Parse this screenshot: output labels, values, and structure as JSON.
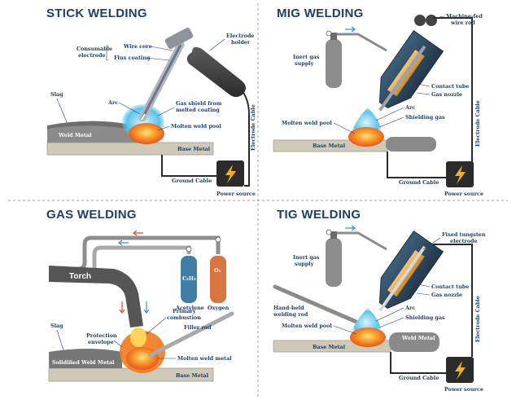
{
  "panels": {
    "stick": {
      "title": "STICK WELDING",
      "labels": {
        "consumable_electrode": [
          "Consumable",
          "electrode"
        ],
        "wire_core": "Wire core",
        "flux_coating": "Flux coating",
        "electrode_holder": [
          "Electrode",
          "holder"
        ],
        "slag": "Slag",
        "arc": "Arc",
        "gas_shield": [
          "Gas shield from",
          "melted coating"
        ],
        "weld_metal": "Weld Metal",
        "molten_weld_pool": "Molten weld pool",
        "base_metal": "Base Metal",
        "electrode_cable": "Electrode Cable",
        "ground_cable": "Ground Cable",
        "power_source": "Power source"
      }
    },
    "mig": {
      "title": "MIG WELDING",
      "labels": {
        "machine_fed_wire": [
          "Machine-fed",
          "wire rod"
        ],
        "inert_gas_supply": [
          "Inert gas",
          "supply"
        ],
        "contact_tube": "Contact tube",
        "gas_nozzle": "Gas nozzle",
        "arc": "Arc",
        "shielding_gas": "Shielding gas",
        "molten_weld_pool": "Molten weld pool",
        "base_metal": "Base Metal",
        "electrode_cable": "Electrode Cable",
        "ground_cable": "Ground Cable",
        "power_source": "Power source"
      }
    },
    "gas": {
      "title": "GAS WELDING",
      "labels": {
        "torch": "Torch",
        "acetylene_formula": "C₂H₂",
        "oxygen_formula": "O₂",
        "acetylene": "Acetylene",
        "oxygen": "Oxygen",
        "primary_combustion": [
          "Primary",
          "combustion"
        ],
        "filler_rod": "Filler rod",
        "slag": "Slag",
        "protection_envelope": [
          "Protection",
          "envelope"
        ],
        "solidified_weld_metal": "Solidified Weld Metal",
        "molten_weld_metal": "Molten weld metal",
        "base_metal": "Base Metal"
      }
    },
    "tig": {
      "title": "TIG WELDING",
      "labels": {
        "fixed_tungsten": [
          "Fixed tungsten",
          "electrode"
        ],
        "inert_gas_supply": [
          "Inert gas",
          "supply"
        ],
        "contact_tube": "Contact tube",
        "gas_nozzle": "Gas nozzle",
        "hand_held_rod": [
          "Hand-held",
          "welding rod"
        ],
        "arc": "Arc",
        "shielding_gas": "Shielding gas",
        "molten_weld_pool": "Molten weld pool",
        "weld_metal": "Weld Metal",
        "base_metal": "Base Metal",
        "electrode_cable": "Electrode Cable",
        "ground_cable": "Ground Cable",
        "power_source": "Power source"
      }
    }
  },
  "colors": {
    "title": "#1f3f66",
    "base_metal": "#cfc9b8",
    "slag": "#7b7b7b",
    "gas_blue": "#5bc3ec",
    "molten": "#f07a1c",
    "cylinder_gray": "#8c8c8c",
    "acetylene_tank": "#3f7fa6",
    "oxygen_tank": "#d8743e"
  }
}
